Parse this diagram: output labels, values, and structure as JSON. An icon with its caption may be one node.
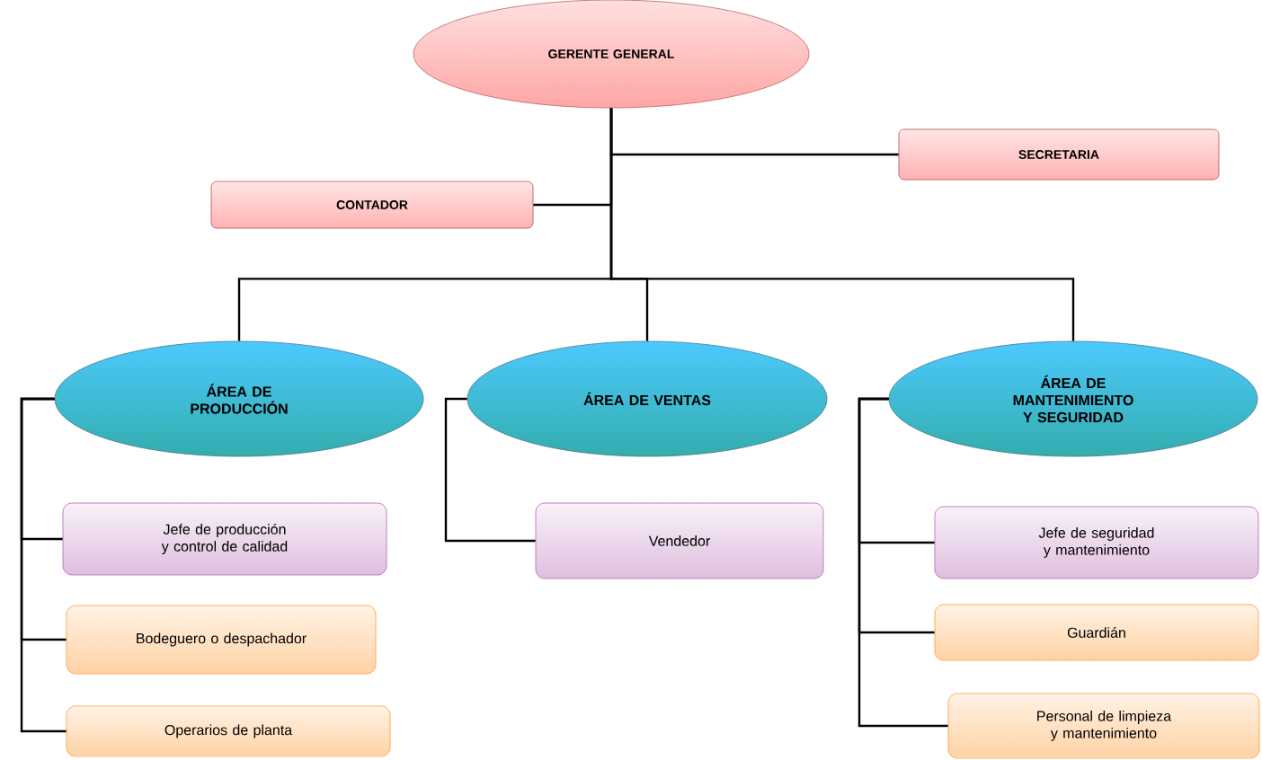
{
  "diagram": {
    "nodes": [
      {
        "text": [
          "GERENTE GENERAL"
        ]
      },
      {
        "text": [
          "SECRETARIA"
        ]
      },
      {
        "text": [
          "CONTADOR"
        ]
      },
      {
        "text": [
          "ÁREA DE PRODUCCIÓN"
        ]
      },
      {
        "text": [
          "ÁREA DE VENTAS"
        ]
      },
      {
        "text": [
          "ÁREA DE MANTENIMIENTO Y SEGURIDAD"
        ]
      },
      {
        "text": [
          "Jefe de producción y control de calidad"
        ]
      },
      {
        "text": [
          "Bodeguero o despachador"
        ]
      },
      {
        "text": [
          "Operarios de planta"
        ]
      },
      {
        "text": [
          "Vendedor"
        ]
      },
      {
        "text": [
          "Jefe de seguridad y mantenimiento"
        ]
      },
      {
        "text": [
          "Guardián"
        ]
      },
      {
        "text": [
          "Personal de limpieza y mantenimiento"
        ]
      }
    ],
    "edges": [
      {
        "from": 0,
        "to": 1,
        "arrow": "none"
      },
      {
        "from": 0,
        "to": 2,
        "arrow": "none"
      },
      {
        "from": 0,
        "to": 3,
        "arrow": "none"
      },
      {
        "from": 0,
        "to": 4,
        "arrow": "none"
      },
      {
        "from": 0,
        "to": 5,
        "arrow": "none"
      },
      {
        "from": 3,
        "to": 6,
        "arrow": "none"
      },
      {
        "from": 3,
        "to": 7,
        "arrow": "none"
      },
      {
        "from": 3,
        "to": 8,
        "arrow": "none"
      },
      {
        "from": 4,
        "to": 9,
        "arrow": "none"
      },
      {
        "from": 5,
        "to": 10,
        "arrow": "none"
      },
      {
        "from": 5,
        "to": 11,
        "arrow": "none"
      },
      {
        "from": 5,
        "to": 12,
        "arrow": "none"
      }
    ]
  }
}
